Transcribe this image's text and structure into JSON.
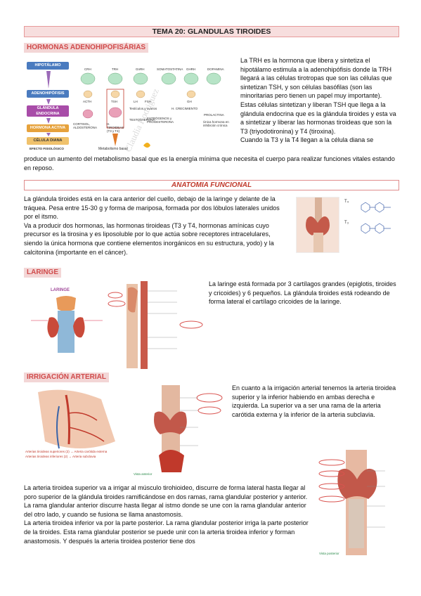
{
  "header": {
    "title": "TEMA 20: GLANDULAS TIROIDES"
  },
  "sections": {
    "hormonas": "HORMONAS ADENOHIPOFISÁRIAS",
    "anatomia": "ANATOMIA FUNCIONAL",
    "laringe": "LARINGE",
    "irrigacion": "IRRIGACIÓN ARTERIAL"
  },
  "texts": {
    "trh": "La TRH es la hormona que libera y sintetiza el hipotálamo estimula a la adenohipófisis donde la TRH llegará a las células tirotropas que son las células que sintetizan TSH, y son células basófilas (son las minoritarias pero tienen un papel muy importante).",
    "tsh": "Estas células sintetizan y liberan TSH que llega a la glándula endocrina que es la glándula tiroides y esta va a sintetizar y liberar las hormonas tiroideas que son la T3 (triyodotironina) y T4 (tiroxina).",
    "diana_a": "Cuando la T3 y la T4 llegan a la célula diana se",
    "diana_b": "produce un aumento del metabolismo basal que es la energía mínima que necesita el cuerpo para realizar funciones vitales estando en reposo.",
    "anat1": "La glándula tiroides está en la cara anterior del cuello, debajo de la laringe y delante de la tráquea. Pesa entre 15-30 g y forma de mariposa, formada por dos lóbulos laterales unidos por el itsmo.",
    "anat2": "Va a producir dos hormonas, las hormonas tiroideas (T3 y T4, hormonas amínicas cuyo precursor es la tirosina y es liposoluble por lo que actúa sobre receptores intracelulares, siendo la única hormona que contiene elementos inorgánicos en su estructura, yodo) y la calcitonina (importante en el cáncer).",
    "laringe": "La laringe está formada por 3 cartílagos grandes (epiglotis, tiroides y cricoides) y 6 pequeños. La glándula tiroides está rodeando de forma lateral el cartílago cricoides de la laringe.",
    "irrig1": "En cuanto a la irrigación arterial tenemos la arteria tiroidea superior y la inferior habiendo en ambas derecha e izquierda. La superior va a ser una rama de la arteria carótida externa y la inferior de la arteria subclavia.",
    "irrig2": "La arteria tiroidea superior va a irrigar al músculo tirohioideo, discurre de forma lateral hasta llegar al poro superior de la glándula tiroides ramificándose en dos ramas, rama glandular posterior y anterior.",
    "irrig3": "La rama glandular anterior discurre hasta llegar al istmo donde se une con la rama glandular anterior del otro lado, y cuando se fusiona se llama anastomosis.",
    "irrig4": "La arteria tiroidea inferior va por la parte posterior. La rama glandular posterior irriga la parte posterior de la tiroides. Esta rama glandular posterior se puede unir con la arteria tiroidea inferior y forman anastomosis. Y después la arteria tiroidea posterior tiene dos"
  },
  "diagram": {
    "left_labels": [
      "HIPOTÁLAMO",
      "ADENOHIPÓFISIS",
      "GLÁNDULA ENDOCRINA",
      "HORMONA ACTIVA",
      "CÉLULA DIANA"
    ],
    "efecto": "EFECTO FISIOLÓGICO",
    "columns": [
      "CRH",
      "TRH",
      "GnRH",
      "SOMATOSTATINA",
      "GHRH",
      "DOPAMINA"
    ],
    "pituitary": [
      "ACTH",
      "TSH",
      "LH",
      "FSH",
      "GH",
      "PROLACTINA"
    ],
    "outputs": [
      "CORTISOL, ALDOSTERONA",
      "H. TIROIDEAS (T3 y T4)",
      "Testículos y ovarios",
      "TESTOSTERONA",
      "ESTRÓGENOS y PROGESTERONA",
      "H. CRECIMIENTO",
      "Única hormona en inhibición crónica"
    ],
    "metabolismo": "Metabolismo basal",
    "watermark": "Claudia Rodriguez"
  },
  "formula_labels": [
    "T₄",
    "T₃"
  ],
  "figure_labels": {
    "laringe_title": "LARINGE",
    "irrig_legend_1": "Arterias tiroideas superiores (2) → Arteria carótida externa",
    "irrig_legend_2": "Arterias tiroideas inferiores (2) → Arteria subclavia",
    "vista_anterior": "Vista anterior",
    "vista_posterior": "Vista posterior"
  },
  "colors": {
    "accent": "#d04b4b",
    "section_bg": "#f3d6d6"
  }
}
